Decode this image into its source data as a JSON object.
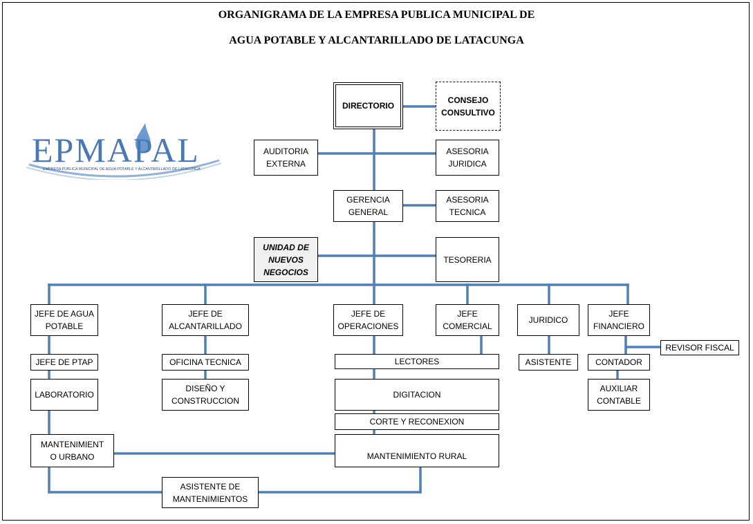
{
  "title": {
    "line1": "ORGANIGRAMA DE LA EMPRESA PUBLICA MUNICIPAL DE",
    "line2": "AGUA POTABLE Y ALCANTARILLADO DE LATACUNGA"
  },
  "logo": {
    "name": "EPMAPAL",
    "tagline": "EMPRESA PUBLICA MUNICIPAL DE AGUA POTABLE Y ALCANTARILLADO DE LATACUNGA",
    "color": "#4a78b3"
  },
  "colors": {
    "connector": "#4f7fb8",
    "border": "#000000"
  },
  "nodes": {
    "directorio": "DIRECTORIO",
    "consejo_consultivo": "CONSEJO\nCONSULTIVO",
    "auditoria_externa": "AUDITORIA\nEXTERNA",
    "asesoria_juridica": "ASESORIA\nJURIDICA",
    "gerencia_general": "GERENCIA\nGENERAL",
    "asesoria_tecnica": "ASESORIA\nTECNICA",
    "unidad_nuevos_negocios": "UNIDAD DE\nNUEVOS\nNEGOCIOS",
    "tesoreria": "TESORERIA",
    "jefe_agua_potable": "JEFE DE AGUA\nPOTABLE",
    "jefe_ptap": "JEFE DE PTAP",
    "laboratorio": "LABORATORIO",
    "mantenimiento_urbano": "MANTENIMIENT\nO URBANO",
    "jefe_alcantarillado": "JEFE DE\nALCANTARILLADO",
    "oficina_tecnica": "OFICINA TECNICA",
    "diseno_construccion": "DISEÑO Y\nCONSTRUCCION",
    "jefe_operaciones": "JEFE DE\nOPERACIONES",
    "jefe_comercial": "JEFE\nCOMERCIAL",
    "lectores": "LECTORES",
    "digitacion": "DIGITACION",
    "corte_reconexion": "CORTE Y RECONEXION",
    "mantenimiento_rural": "MANTENIMIENTO RURAL",
    "asistente_mantenimientos": "ASISTENTE DE\nMANTENIMIENTOS",
    "juridico": "JURIDICO",
    "asistente": "ASISTENTE",
    "jefe_financiero": "JEFE\nFINANCIERO",
    "revisor_fiscal": "REVISOR FISCAL",
    "contador": "CONTADOR",
    "auxiliar_contable": "AUXILIAR\nCONTABLE"
  }
}
